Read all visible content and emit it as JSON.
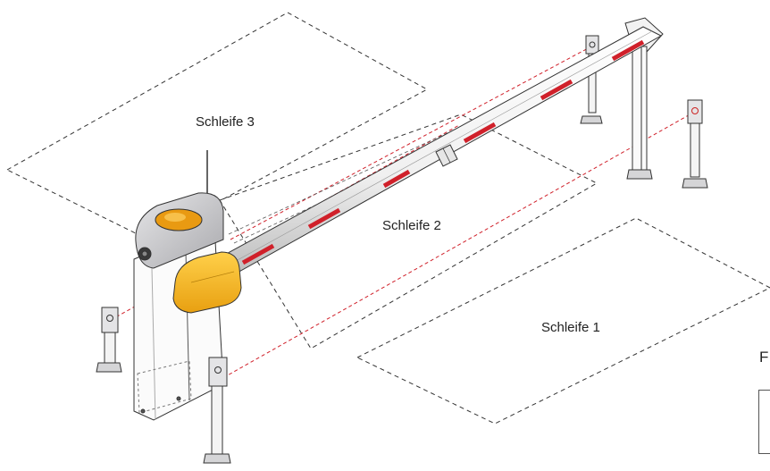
{
  "labels": {
    "loop3": "Schleife 3",
    "loop2": "Schleife 2",
    "loop1": "Schleife 1",
    "figure_fragment": "F"
  },
  "colors": {
    "housing_yellow": "#f3b21c",
    "lamp_orange": "#e99a12",
    "housing_grey": "#c9c9cb",
    "boom_stripe": "#d0202a",
    "photocell_beam": "#d0202a",
    "loop_outline": "#333333"
  },
  "icons": {
    "barrier": "boom-barrier-icon",
    "lamp": "warning-lamp-icon",
    "antenna": "antenna-icon",
    "photocell": "photocell-post-icon",
    "support": "boom-rest-support-icon"
  }
}
